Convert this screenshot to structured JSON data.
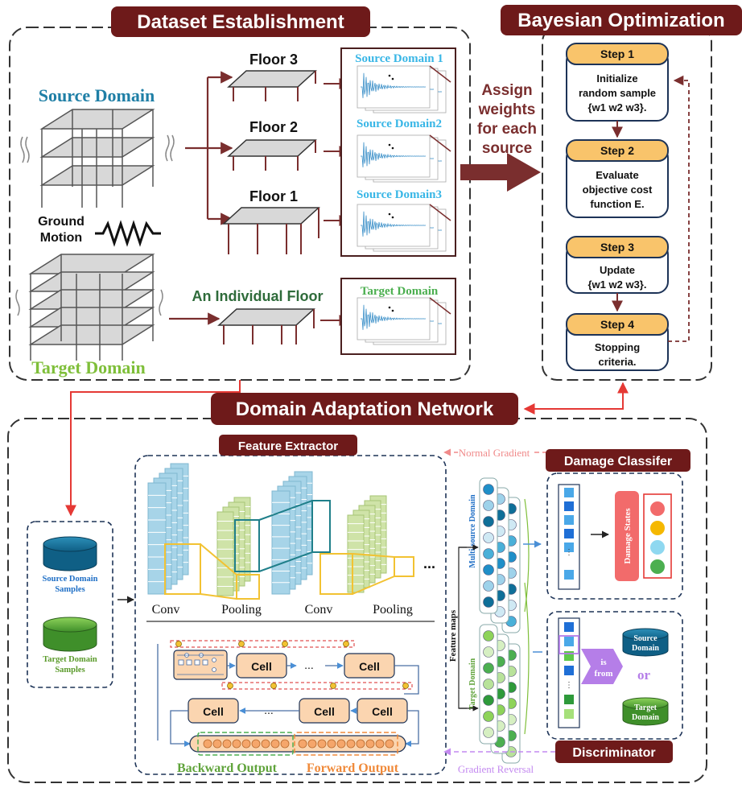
{
  "colors": {
    "banner": "#6e1a1a",
    "banner_text": "#ffffff",
    "arrow_dark": "#7a2e2e",
    "source_blue": "#1f7fa6",
    "source_cyan": "#38b6e6",
    "target_green": "#7fbf3a",
    "target_text": "#4caf50",
    "floor_green": "#2e6b3a",
    "step_orange": "#f9c46b",
    "red_arrow": "#e53935",
    "conv_blue": "#a7d4e8",
    "pool_green": "#cfe3a8",
    "lstm_orange": "#fbd5b0",
    "damage_pink": "#f26b6b",
    "purple": "#b57ee8",
    "gold": "#f2c232"
  },
  "dataset": {
    "banner": "Dataset Establishment",
    "source_domain_label": "Source Domain",
    "target_domain_label": "Target Domain",
    "ground_motion_line1": "Ground",
    "ground_motion_line2": "Motion",
    "floor3": "Floor 3",
    "floor2": "Floor 2",
    "floor1": "Floor 1",
    "individual_floor": "An Individual Floor",
    "sd1": "Source Domain 1",
    "sd2": "Source Domain2",
    "sd3": "Source Domain3",
    "td": "Target Domain",
    "assign_lines": [
      "Assign",
      "weights",
      "for each",
      "source"
    ]
  },
  "bayesian": {
    "banner": "Bayesian Optimization",
    "steps": [
      {
        "title": "Step 1",
        "lines": [
          "Initialize",
          "random sample",
          "{w1 w2 w3}."
        ]
      },
      {
        "title": "Step 2",
        "lines": [
          "Evaluate",
          "objective cost",
          "function E."
        ]
      },
      {
        "title": "Step 3",
        "lines": [
          "Update",
          "{w1 w2 w3}."
        ]
      },
      {
        "title": "Step 4",
        "lines": [
          "Stopping",
          "criteria."
        ]
      }
    ]
  },
  "dan": {
    "banner": "Domain Adaptation Network",
    "feature_extractor": "Feature Extractor",
    "source_samples_line1": "Source Domain",
    "source_samples_line2": "Samples",
    "target_samples_line1": "Target Domain",
    "target_samples_line2": "Samples",
    "conv1": "Conv",
    "pool1": "Pooling",
    "conv2": "Conv",
    "pool2": "Pooling",
    "ellipsis": "...",
    "cell": "Cell",
    "backward_output": "Backward Output",
    "forward_output": "Forward Output",
    "normal_gradient": "Normal Gradient",
    "gradient_reversal": "Gradient Reversal",
    "damage_classifier": "Damage Classifer",
    "discriminator": "Discriminator",
    "feature_maps": "Feature maps",
    "multi_source_domain": "Multi-source Domain",
    "target_domain_vertical": "Target Domain",
    "damage_states": "Damage States",
    "is_from_line1": "is",
    "is_from_line2": "from",
    "or": "or",
    "disc_source_line1": "Source",
    "disc_source_line2": "Domain",
    "disc_target_line1": "Target",
    "disc_target_line2": "Domain",
    "dot_colors": [
      "#f26b6b",
      "#f5b800",
      "#8fd8f0",
      "#4caf50"
    ]
  }
}
